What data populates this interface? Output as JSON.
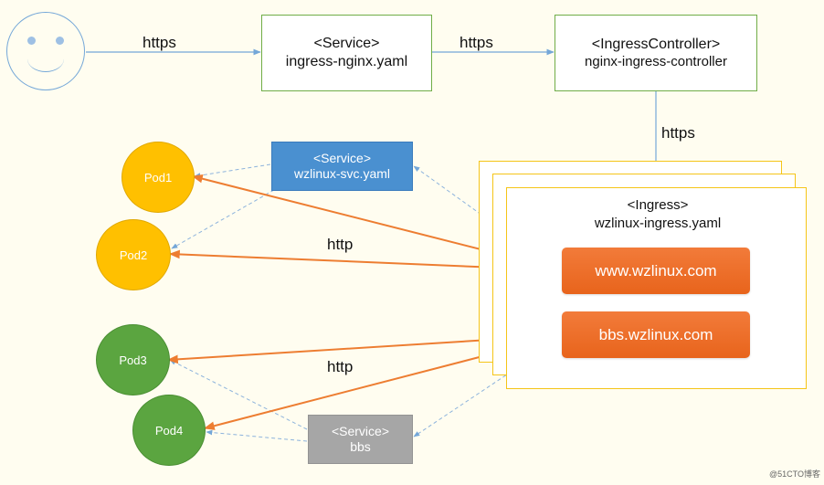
{
  "labels": {
    "https_user": "https",
    "https_service": "https",
    "https_controller": "https",
    "http_top": "http",
    "http_bottom": "http"
  },
  "service_ingress": {
    "line1": "<Service>",
    "line2": "ingress-nginx.yaml"
  },
  "ingress_controller": {
    "line1": "<IngressController>",
    "line2": "nginx-ingress-controller"
  },
  "service_wzlinux": {
    "line1": "<Service>",
    "line2": "wzlinux-svc.yaml"
  },
  "service_bbs": {
    "line1": "<Service>",
    "line2": "bbs"
  },
  "ingress": {
    "line1": "<Ingress>",
    "line2": "wzlinux-ingress.yaml",
    "rules": [
      "www.wzlinux.com",
      "bbs.wzlinux.com"
    ]
  },
  "pods": [
    "Pod1",
    "Pod2",
    "Pod3",
    "Pod4"
  ],
  "watermark": "@51CTO博客",
  "colors": {
    "orange": "#ed7d31",
    "dashed_blue": "#8db3dc",
    "solid_blue": "#74a7d8",
    "green_border": "#70ad47",
    "yellow_border": "#f5c518"
  }
}
